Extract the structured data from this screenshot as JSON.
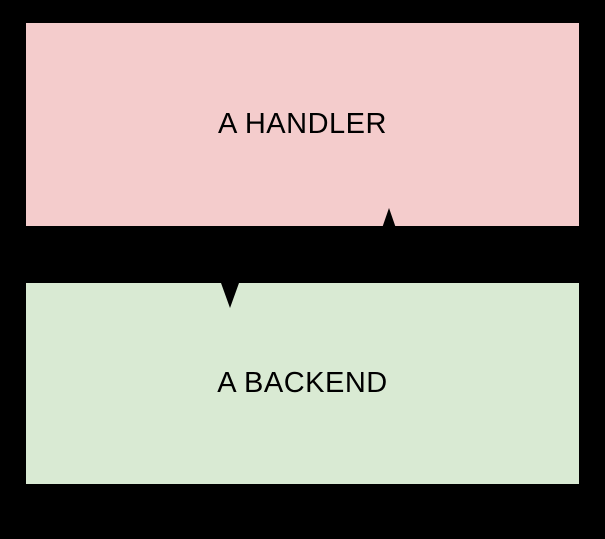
{
  "diagram": {
    "background_color": "#000000",
    "arrow_color": "#000000",
    "nodes": [
      {
        "id": "handler",
        "label": "A HANDLER",
        "fill": "#f4cccc",
        "text_color": "#000000"
      },
      {
        "id": "backend",
        "label": "A BACKEND",
        "fill": "#d9ead3",
        "text_color": "#000000"
      }
    ],
    "edges": [
      {
        "from": "handler",
        "to": "backend",
        "direction": "down",
        "arrowhead": "filled-triangle"
      },
      {
        "from": "backend",
        "to": "handler",
        "direction": "up",
        "arrowhead": "filled-triangle"
      }
    ]
  }
}
